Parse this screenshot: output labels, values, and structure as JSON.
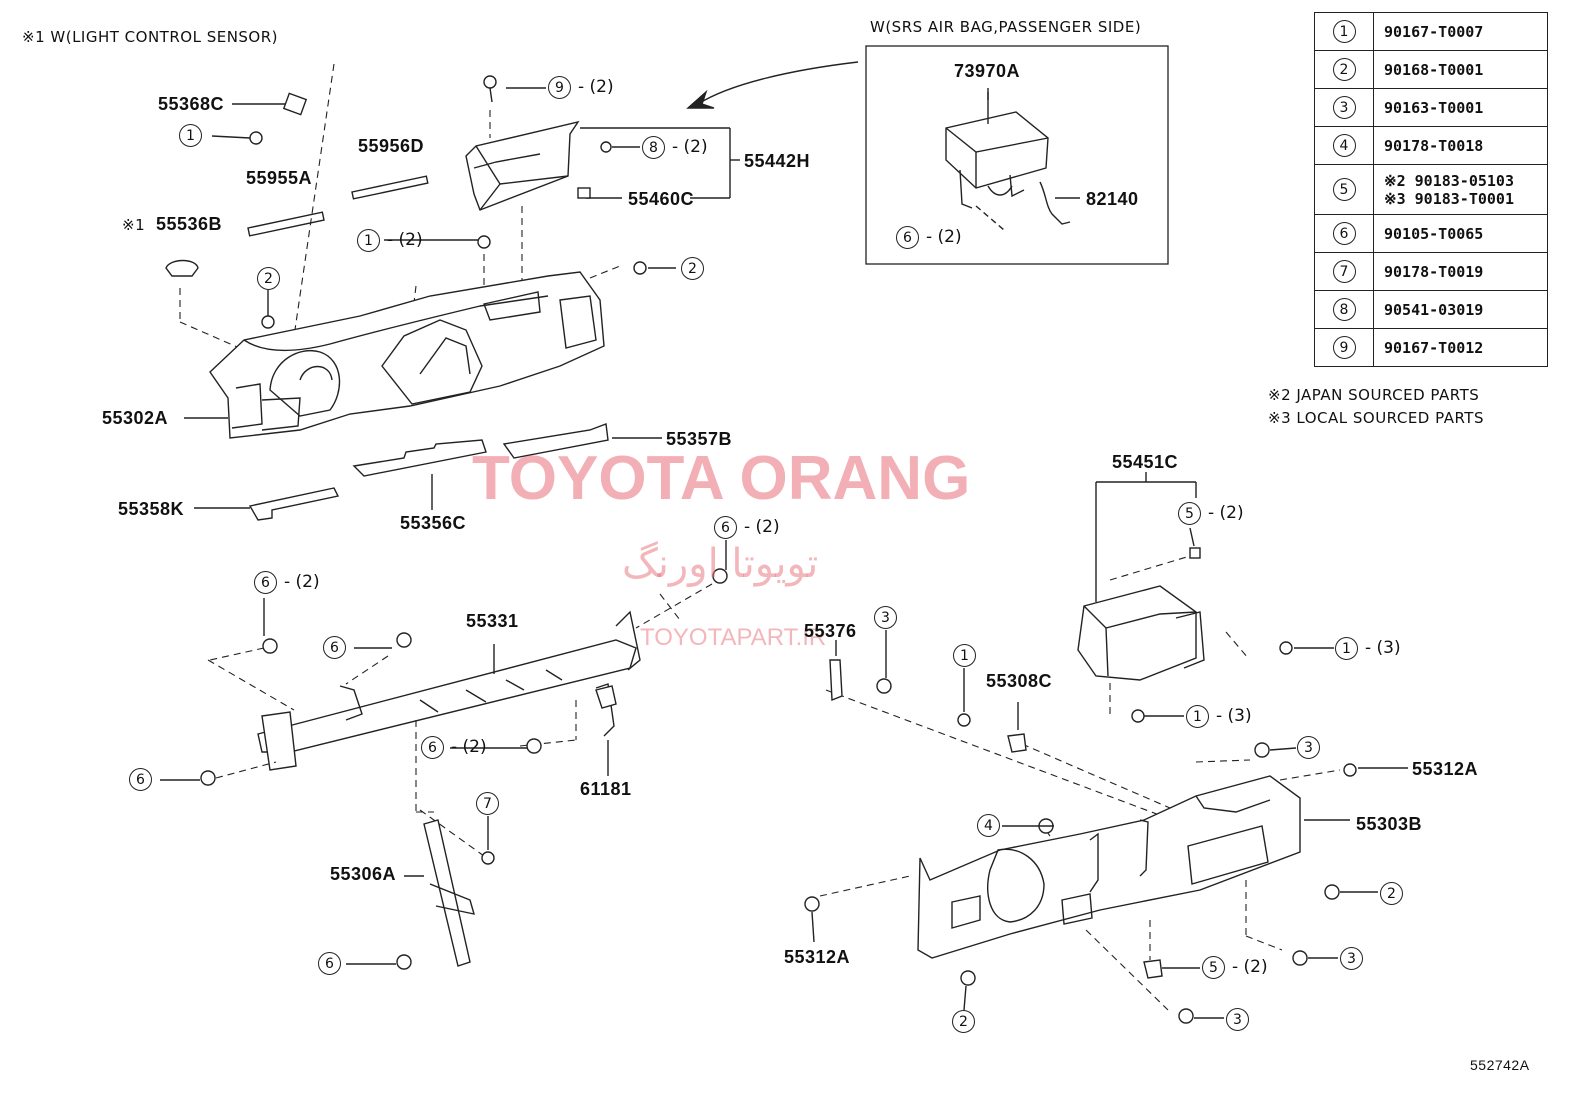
{
  "header_note": "※1  W(LIGHT CONTROL SENSOR)",
  "airbag_box_title": "W(SRS AIR BAG,PASSENGER SIDE)",
  "legend": [
    {
      "num": "1",
      "pn": "90167-T0007"
    },
    {
      "num": "2",
      "pn": "90168-T0001"
    },
    {
      "num": "3",
      "pn": "90163-T0001"
    },
    {
      "num": "4",
      "pn": "90178-T0018"
    },
    {
      "num": "5",
      "pn_a": "※2 90183-05103",
      "pn_b": "※3 90183-T0001"
    },
    {
      "num": "6",
      "pn": "90105-T0065"
    },
    {
      "num": "7",
      "pn": "90178-T0019"
    },
    {
      "num": "8",
      "pn": "90541-03019"
    },
    {
      "num": "9",
      "pn": "90167-T0012"
    }
  ],
  "notes": {
    "japan": "※2 JAPAN SOURCED PARTS",
    "local": "※3 LOCAL SOURCED PARTS"
  },
  "watermark": {
    "brand": "TOYOTA ORANG",
    "persian": "تویوتا اورنگ",
    "site": "TOYOTAPART.IR"
  },
  "diagram_id": "552742A",
  "parts": {
    "p55368C": "55368C",
    "p55956D": "55956D",
    "p55955A": "55955A",
    "p55536B": "55536B",
    "ref1": "※1",
    "p55442H": "55442H",
    "p55460C": "55460C",
    "p73970A": "73970A",
    "p82140": "82140",
    "p55302A": "55302A",
    "p55357B": "55357B",
    "p55358K": "55358K",
    "p55356C": "55356C",
    "p55451C": "55451C",
    "p55331": "55331",
    "p55376": "55376",
    "p55308C": "55308C",
    "p61181": "61181",
    "p55312A_r": "55312A",
    "p55303B": "55303B",
    "p55306A": "55306A",
    "p55312A_l": "55312A"
  },
  "callouts": {
    "c1a": "1",
    "c2a": "2",
    "c9": "9",
    "q9": "- (2)",
    "c8": "8",
    "q8": "- (2)",
    "c1b": "1",
    "q1b": "- (2)",
    "c2b": "2",
    "c6a": "6",
    "q6a": "- (2)",
    "c6b": "6",
    "q6b": "- (2)",
    "c6c": "6",
    "q6c": "- (2)",
    "c6d": "6",
    "c6e": "6",
    "q6e": "- (2)",
    "c6f": "6",
    "c6g": "6",
    "c7": "7",
    "c3a": "3",
    "c1c": "1",
    "c5a": "5",
    "q5a": "- (2)",
    "c1d": "1",
    "q1d": "- (3)",
    "c1e": "1",
    "q1e": "- (3)",
    "c3b": "3",
    "c4": "4",
    "c2c": "2",
    "c3c": "3",
    "c5b": "5",
    "q5b": "- (2)",
    "c3d": "3",
    "c2d": "2"
  }
}
